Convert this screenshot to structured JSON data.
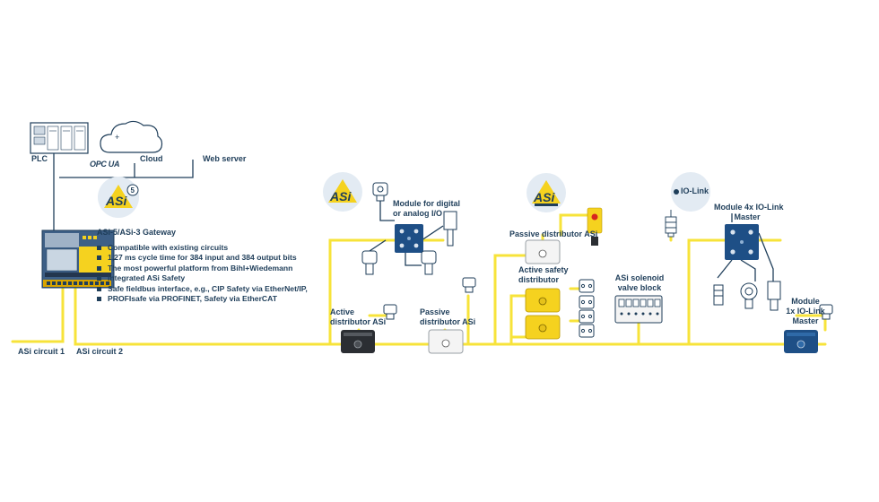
{
  "labels": {
    "plc": "PLC",
    "cloud": "Cloud",
    "opc_ua": "OPC UA",
    "web_server": "Web server",
    "gateway_title": "ASi-5/ASi-3 Gateway",
    "asi_circuit_1": "ASi circuit 1",
    "asi_circuit_2": "ASi circuit 2",
    "module_digital_line1": "Module for digital",
    "module_digital_line2": "or analog I/O",
    "active_distributor_line1": "Active",
    "active_distributor_line2": "distributor ASi",
    "passive_distributor_line1": "Passive",
    "passive_distributor_line2": "distributor ASi",
    "passive_distributor_top": "Passive distributor ASi",
    "active_safety_line1": "Active safety",
    "active_safety_line2": "distributor",
    "solenoid_line1": "ASi solenoid",
    "solenoid_line2": "valve block",
    "io_link_brand": "IO-Link",
    "module_4x_line1": "Module 4x IO-Link",
    "module_4x_line2": "Master",
    "module_1x_line1": "Module",
    "module_1x_line2": "1x IO-Link",
    "module_1x_line3": "Master"
  },
  "logos": {
    "asi5_text": "ASi",
    "asi5_sup": "5",
    "asi_text": "ASi",
    "asi_safety_text": "ASi"
  },
  "features": [
    "Compatible with existing circuits",
    "1,27 ms cycle time for 384 input and 384 output bits",
    "The most powerful platform from Bihl+Wiedemann",
    "Integrated ASi Safety",
    "Safe fieldbus interface, e.g., CIP Safety via EtherNet/IP,",
    "PROFIsafe via PROFINET, Safety via EtherCAT"
  ],
  "colors": {
    "bus_yellow": "#f7e33a",
    "navy": "#1f3e5a",
    "module_blue": "#1e4f86",
    "safety_yellow": "#f5d21f"
  },
  "icons": [
    "plc-icon",
    "cloud-icon",
    "gateway-device",
    "sensor-icon",
    "distributor-icon",
    "valve-block-icon",
    "signal-tower-icon",
    "safety-switch-icon"
  ]
}
